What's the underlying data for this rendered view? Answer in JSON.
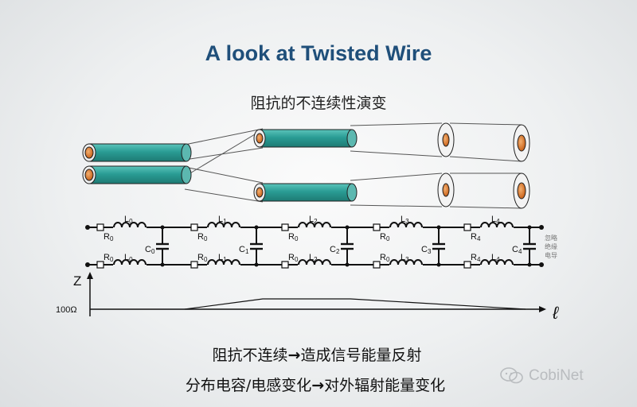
{
  "title": "A look at Twisted Wire",
  "subtitle": "阻抗的不连续性演变",
  "colors": {
    "title": "#1f4f7a",
    "insulation": "#2a9c94",
    "core": "#d6771f",
    "line": "#111111"
  },
  "sections": [
    {
      "r": "R",
      "r_sub": "0",
      "l": "L",
      "l_sub": "0",
      "c": "C",
      "c_sub": "0"
    },
    {
      "r": "R",
      "r_sub": "0",
      "l": "L",
      "l_sub": "1",
      "c": "C",
      "c_sub": "1"
    },
    {
      "r": "R",
      "r_sub": "0",
      "l": "L",
      "l_sub": "2",
      "c": "C",
      "c_sub": "2"
    },
    {
      "r": "R",
      "r_sub": "0",
      "l": "L",
      "l_sub": "3",
      "c": "C",
      "c_sub": "3"
    },
    {
      "r": "R",
      "r_sub": "4",
      "l": "L",
      "l_sub": "4",
      "c": "C",
      "c_sub": "4"
    }
  ],
  "side_note": [
    "忽略",
    "绝缘",
    "电导"
  ],
  "plot": {
    "y_axis_label": "Z",
    "x_axis_label": "ℓ",
    "y_tick": "100Ω"
  },
  "line1": {
    "before": "阻抗不连续",
    "arrow": "→",
    "after": "造成信号能量反射"
  },
  "line2": {
    "before": "分布电容/电感变化",
    "arrow": "→",
    "after": "对外辐射能量变化"
  },
  "watermark": "CobiNet"
}
